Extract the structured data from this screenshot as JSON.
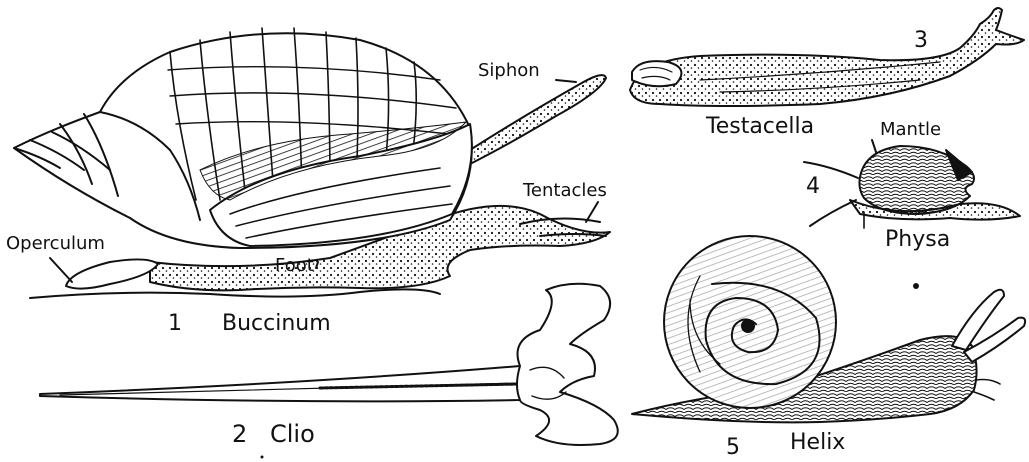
{
  "figures": [
    {
      "number": "1",
      "name": "Buccinum",
      "labels": {
        "siphon": "Siphon",
        "tentacles": "Tentacles",
        "operculum": "Operculum",
        "foot": "Foot"
      }
    },
    {
      "number": "2",
      "name": "Clio"
    },
    {
      "number": "3",
      "name": "Testacella"
    },
    {
      "number": "4",
      "name": "Physa",
      "labels": {
        "mantle": "Mantle"
      }
    },
    {
      "number": "5",
      "name": "Helix"
    }
  ]
}
